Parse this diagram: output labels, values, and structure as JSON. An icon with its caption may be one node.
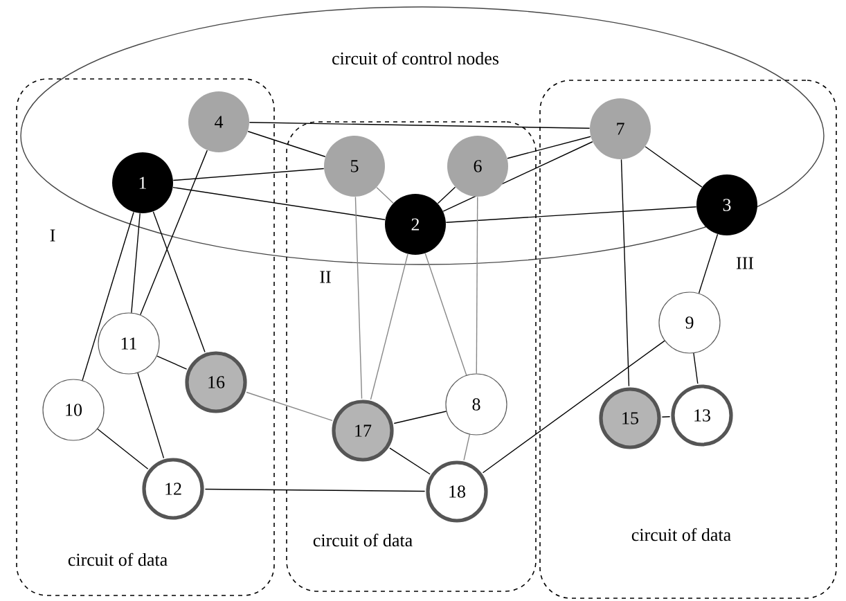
{
  "diagram": {
    "nodes": [
      {
        "text": [
          "I",
          "circuit of data"
        ]
      },
      {
        "text": [
          "II",
          "circuit of data"
        ]
      },
      {
        "text": [
          "III",
          "circuit of data"
        ]
      },
      {
        "text": [
          "1"
        ],
        "in": 0
      },
      {
        "text": [
          "2"
        ],
        "in": 1
      },
      {
        "text": [
          "3"
        ],
        "in": 2
      },
      {
        "text": [
          "4"
        ],
        "in": 0
      },
      {
        "text": [
          "5"
        ],
        "in": 1
      },
      {
        "text": [
          "6"
        ],
        "in": 1
      },
      {
        "text": [
          "7"
        ],
        "in": 2
      },
      {
        "text": [
          "8"
        ],
        "in": 1
      },
      {
        "text": [
          "9"
        ],
        "in": 2
      },
      {
        "text": [
          "10"
        ],
        "in": 0
      },
      {
        "text": [
          "11"
        ],
        "in": 0
      },
      {
        "text": [
          "12"
        ],
        "in": 0
      },
      {
        "text": [
          "13"
        ],
        "in": 2
      },
      {
        "text": [
          "15"
        ],
        "in": 2
      },
      {
        "text": [
          "16"
        ],
        "in": 0
      },
      {
        "text": [
          "17"
        ],
        "in": 1
      },
      {
        "text": [
          "18"
        ],
        "in": 1
      }
    ],
    "edges": [
      {
        "from": 3,
        "to": 7,
        "arrow": "none"
      },
      {
        "from": 3,
        "to": 4,
        "arrow": "none"
      },
      {
        "from": 6,
        "to": 7,
        "arrow": "none"
      },
      {
        "from": 6,
        "to": 9,
        "arrow": "none"
      },
      {
        "from": 3,
        "to": 12,
        "arrow": "none"
      },
      {
        "from": 3,
        "to": 13,
        "arrow": "none"
      },
      {
        "from": 6,
        "to": 13,
        "arrow": "none"
      },
      {
        "from": 3,
        "to": 17,
        "arrow": "none"
      },
      {
        "from": 7,
        "to": 4,
        "arrow": "none",
        "color": "#888888"
      },
      {
        "from": 4,
        "to": 8,
        "arrow": "none"
      },
      {
        "from": 4,
        "to": 9,
        "arrow": "none"
      },
      {
        "from": 4,
        "to": 5,
        "arrow": "none"
      },
      {
        "from": 8,
        "to": 9,
        "arrow": "none"
      },
      {
        "from": 9,
        "to": 5,
        "arrow": "none"
      },
      {
        "from": 9,
        "to": 16,
        "arrow": "none"
      },
      {
        "from": 5,
        "to": 11,
        "arrow": "none"
      },
      {
        "from": 8,
        "to": 10,
        "arrow": "none",
        "color": "#888888"
      },
      {
        "from": 4,
        "to": 18,
        "arrow": "none",
        "color": "#888888"
      },
      {
        "from": 4,
        "to": 10,
        "arrow": "none",
        "color": "#888888"
      },
      {
        "from": 7,
        "to": 18,
        "arrow": "none",
        "color": "#888888"
      },
      {
        "from": 13,
        "to": 17,
        "arrow": "none"
      },
      {
        "from": 13,
        "to": 14,
        "arrow": "none"
      },
      {
        "from": 12,
        "to": 14,
        "arrow": "none"
      },
      {
        "from": 17,
        "to": 18,
        "arrow": "none",
        "color": "#888888"
      },
      {
        "from": 18,
        "to": 10,
        "arrow": "none"
      },
      {
        "from": 18,
        "to": 19,
        "arrow": "none"
      },
      {
        "from": 10,
        "to": 19,
        "arrow": "none",
        "color": "#888888"
      },
      {
        "from": 11,
        "to": 19,
        "arrow": "none"
      },
      {
        "from": 14,
        "to": 19,
        "arrow": "none"
      },
      {
        "from": 11,
        "to": 15,
        "arrow": "none"
      },
      {
        "from": 16,
        "to": 15,
        "arrow": "none"
      }
    ],
    "labels": [
      "circuit of control nodes"
    ]
  }
}
